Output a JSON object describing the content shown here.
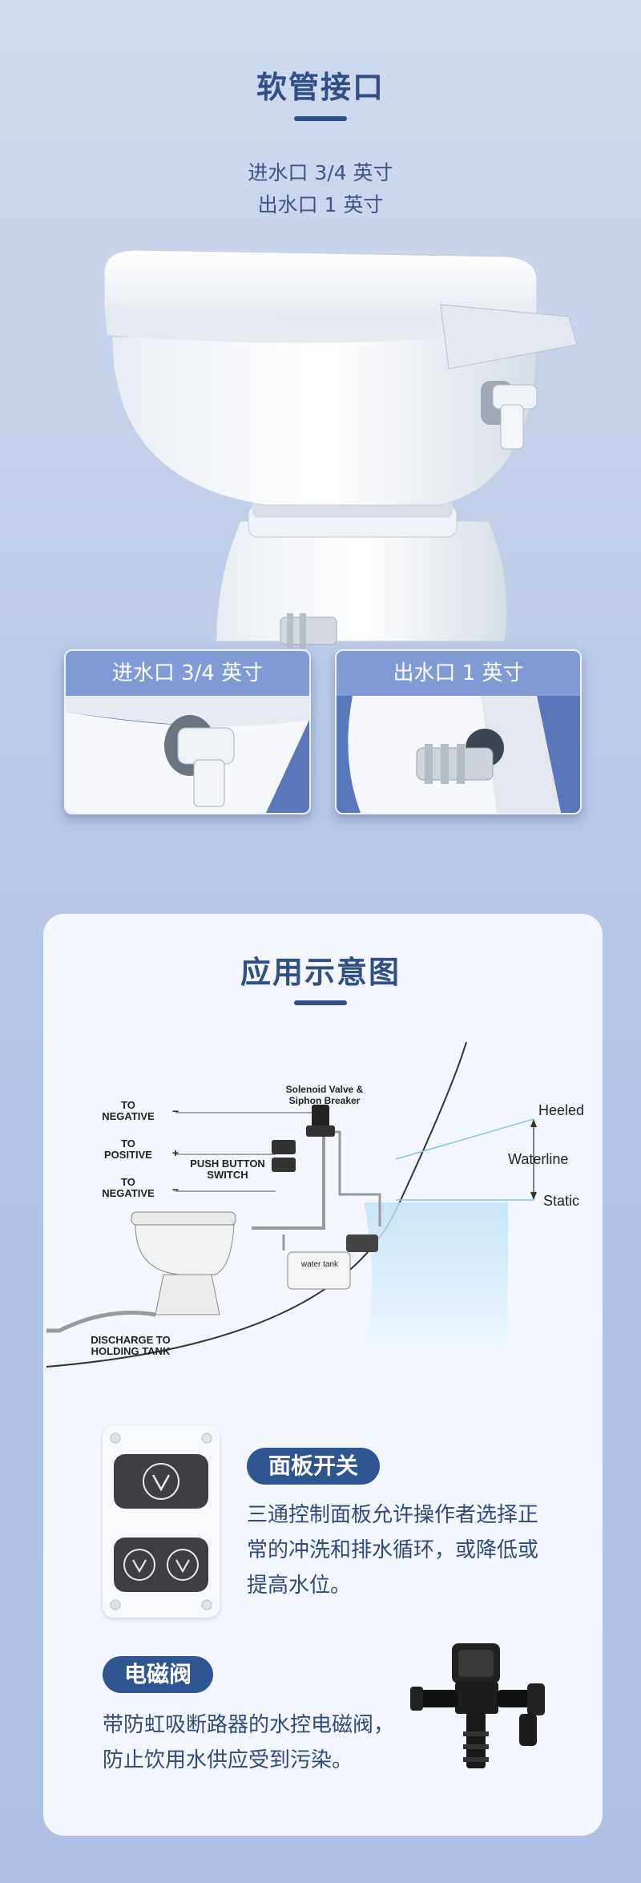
{
  "hose": {
    "title": "软管接口",
    "line1": "进水口 3/4 英寸",
    "line2": "出水口 1 英寸",
    "card_inlet": "进水口 3/4 英寸",
    "card_outlet": "出水口 1 英寸"
  },
  "application": {
    "title": "应用示意图",
    "diagram": {
      "to_negative_top": "TO\nNEGATIVE",
      "to_positive": "TO\nPOSITIVE",
      "to_negative_bottom": "TO\nNEGATIVE",
      "solenoid": "Solenoid Valve &\nSiphon Breaker",
      "push_button": "PUSH BUTTON\nSWITCH",
      "water_tank": "water tank",
      "discharge": "DISCHARGE TO\nHOLDING TANK",
      "heeled": "Heeled",
      "waterline": "Waterline",
      "static": "Static",
      "minus1": "−",
      "plus": "+",
      "minus2": "−"
    }
  },
  "panel_switch": {
    "label": "面板开关",
    "desc1": "三通控制面板允许操作者选择正",
    "desc2": "常的冲洗和排水循环，或降低或",
    "desc3": "提高水位。"
  },
  "solenoid_valve": {
    "label": "电磁阀",
    "desc1": "带防虹吸断路器的水控电磁阀，",
    "desc2": "防止饮用水供应受到污染。"
  },
  "colors": {
    "accent": "#2f5592",
    "card": "#7f9ad4",
    "panel": "#f3f7fd"
  }
}
